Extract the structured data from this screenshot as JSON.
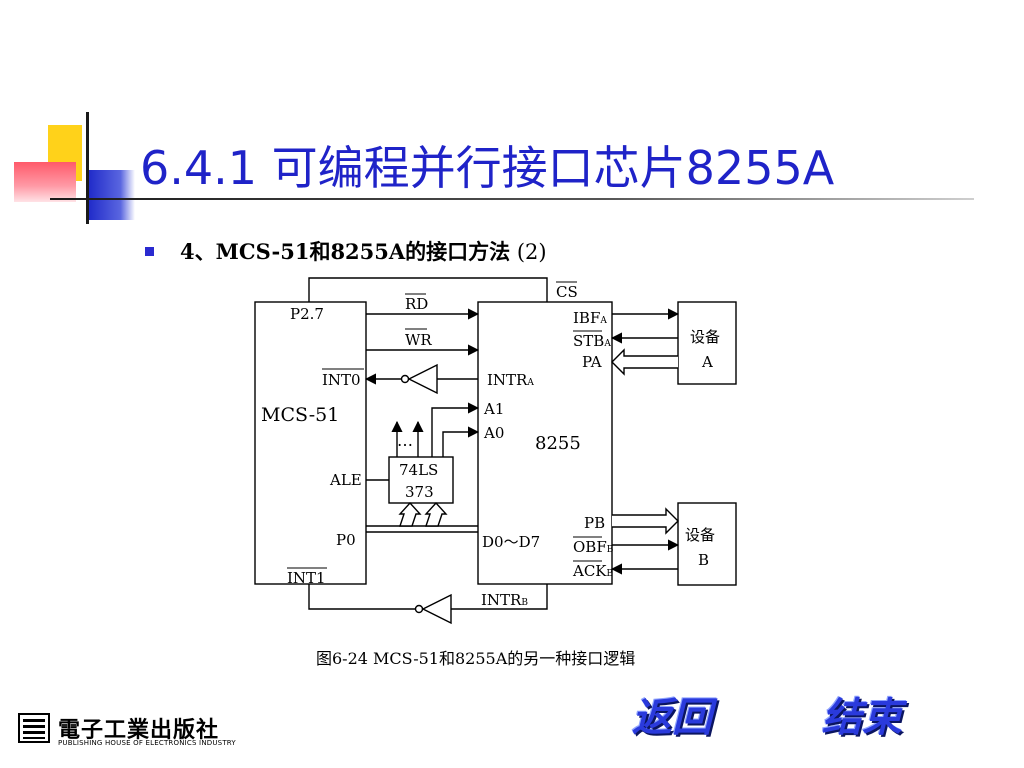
{
  "slide": {
    "title": "6.4.1  可编程并行接口芯片8255A",
    "subtitle_bold": "4、MCS-51和8255A的接口方法",
    "subtitle_rest": " (2)",
    "caption": "图6-24  MCS-51和8255A的另一种接口逻辑"
  },
  "nav": {
    "back": "返回",
    "end": "结束"
  },
  "publisher": {
    "name": "電子工業出版社",
    "name_en": "PUBLISHING HOUSE OF ELECTRONICS INDUSTRY"
  },
  "diagram": {
    "mcs_label": "MCS-51",
    "chip_label": "8255",
    "latch_line1": "74LS",
    "latch_line2": "373",
    "dots": "…",
    "signals": {
      "p27": "P2.7",
      "int0": "INT0",
      "ale": "ALE",
      "p0": "P0",
      "int1": "INT1",
      "rd": "RD",
      "wr": "WR",
      "cs": "CS",
      "intra": "INTR",
      "intra_sub": "A",
      "a1": "A1",
      "a0": "A0",
      "d0d7": "D0～D7",
      "ibfa": "IBF",
      "ibfa_sub": "A",
      "stba": "STB",
      "stba_sub": "A",
      "pa": "PA",
      "pb": "PB",
      "obfb": "OBF",
      "obfb_sub": "B",
      "ackb": "ACK",
      "ackb_sub": "B",
      "intrb": "INTR",
      "intrb_sub": "B"
    },
    "device_a_line1": "设备",
    "device_a_line2": "A",
    "device_b_line1": "设备",
    "device_b_line2": "B"
  }
}
